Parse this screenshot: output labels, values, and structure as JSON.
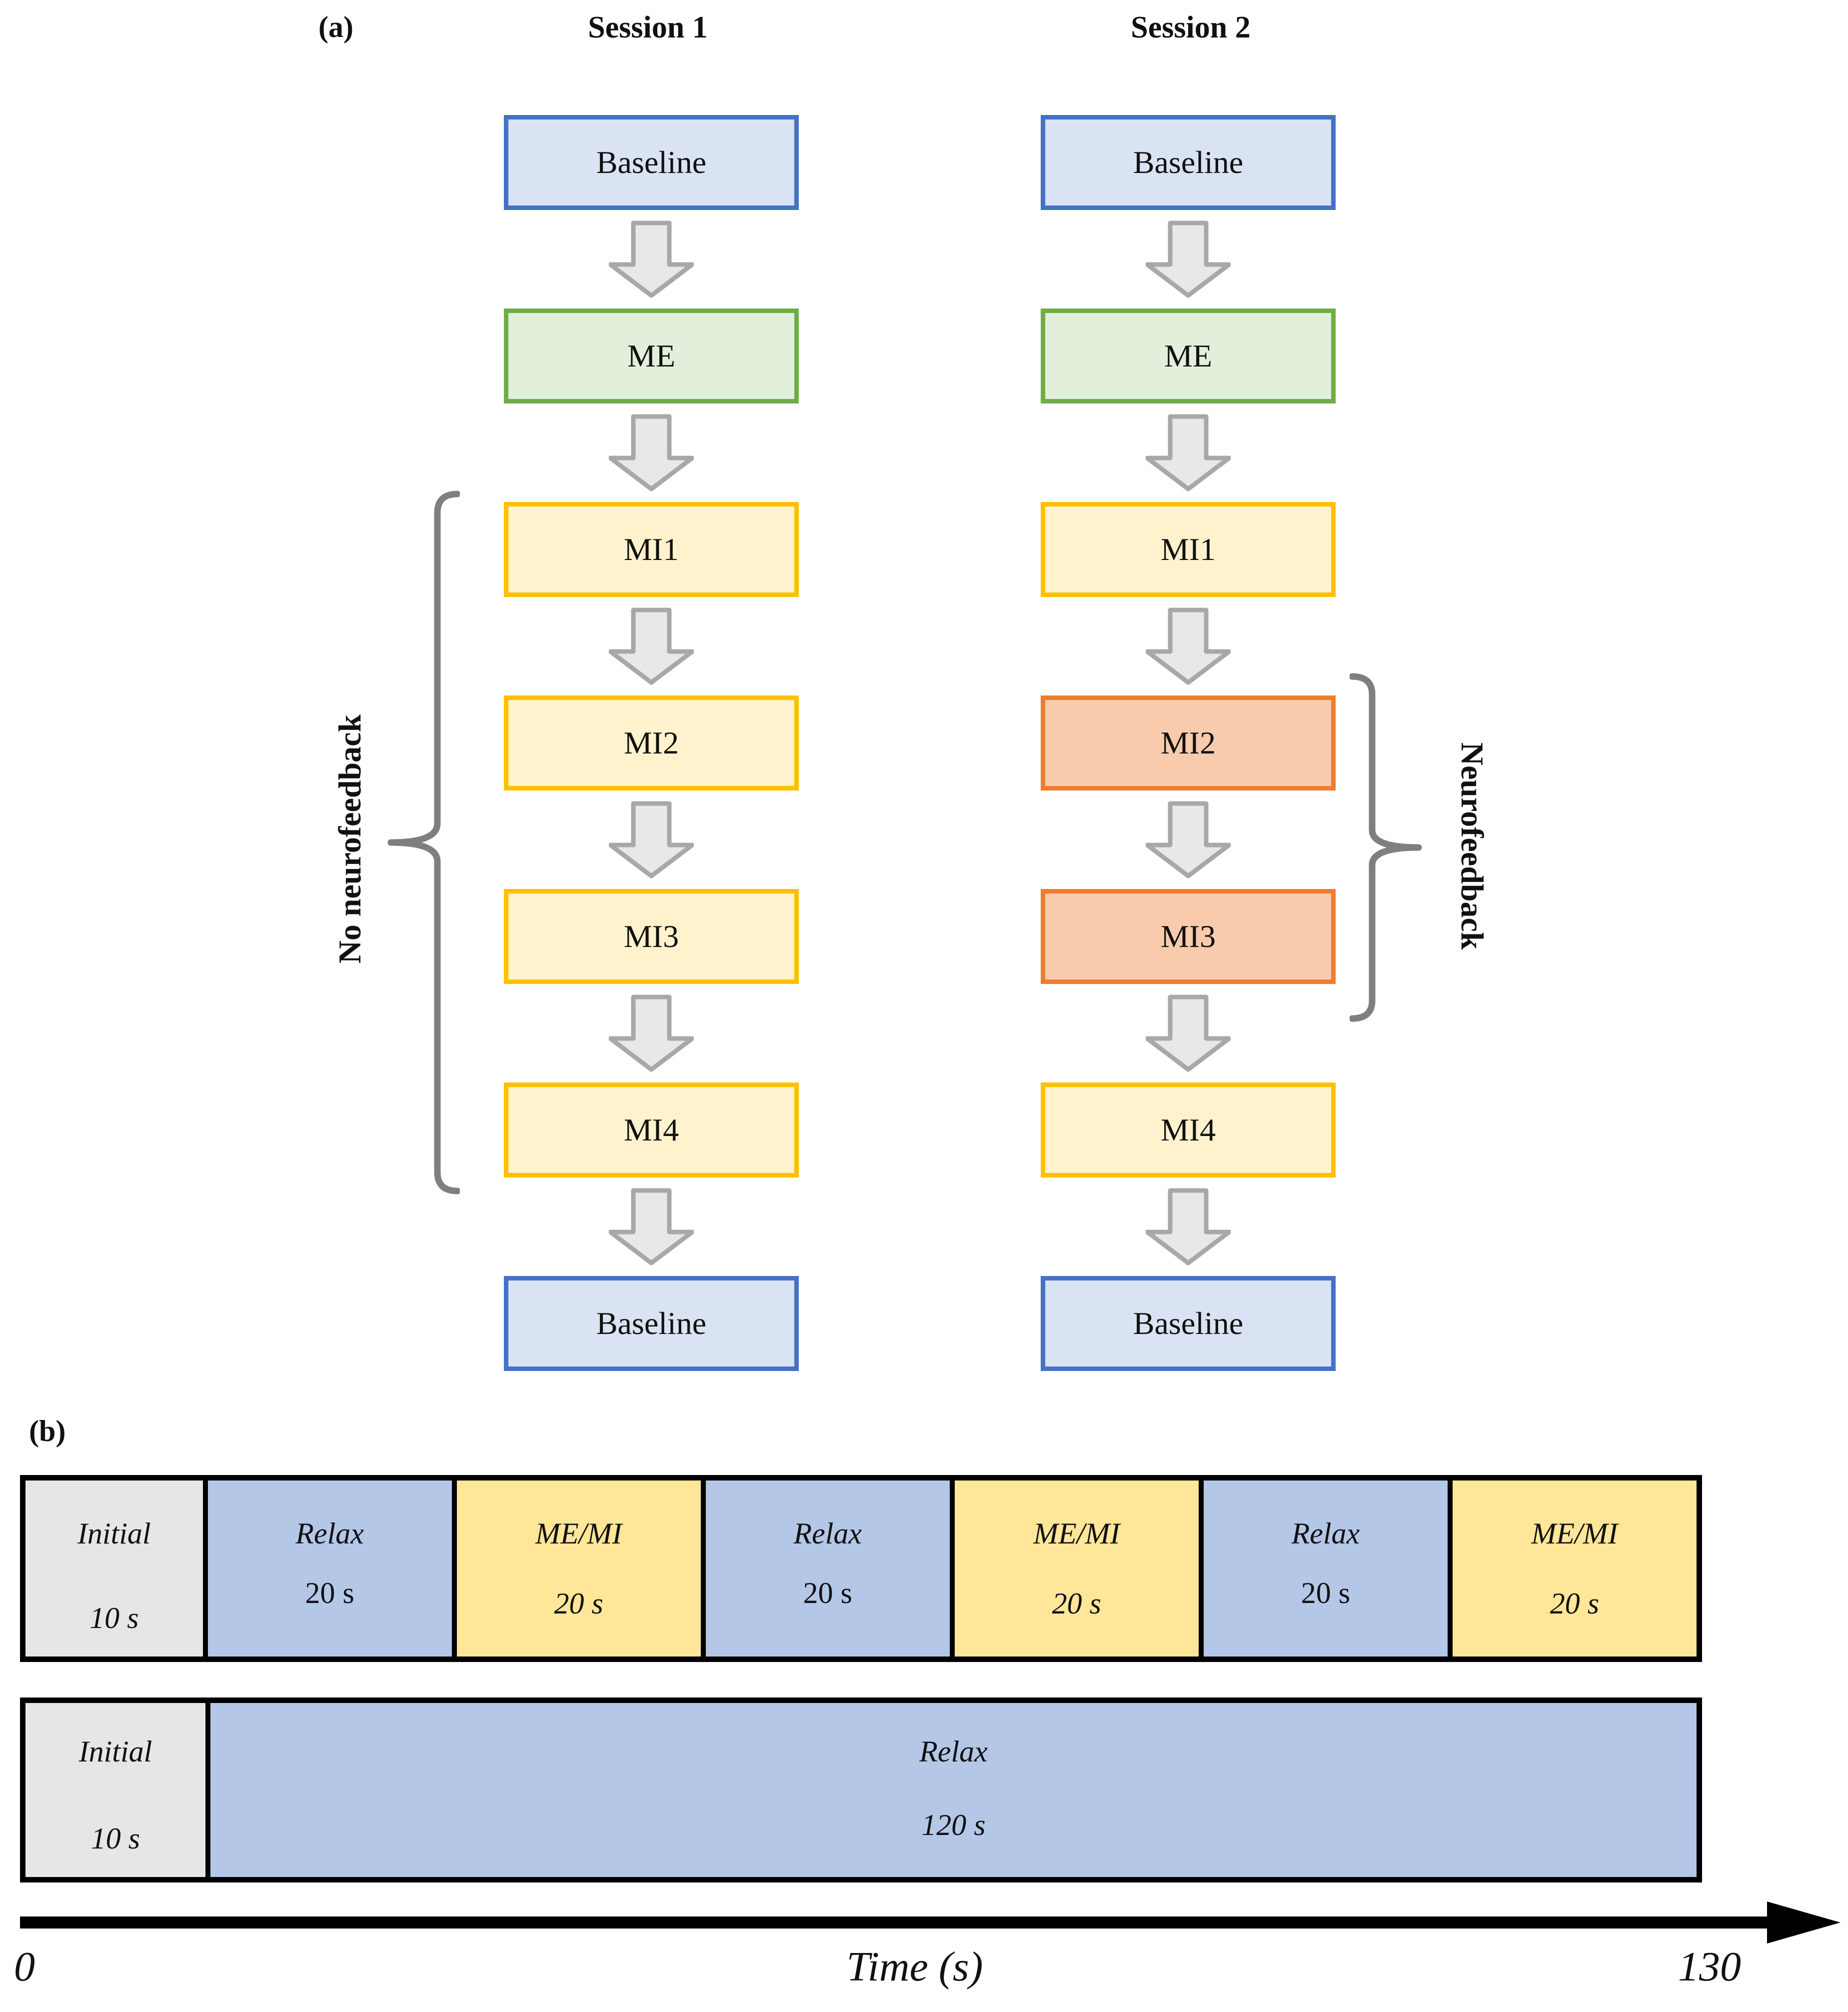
{
  "colors": {
    "baseline-fill": "#dae3f3",
    "baseline-border": "#4472c4",
    "me-fill": "#e2efda",
    "me-border": "#70ad47",
    "mi-fill": "#fff2cc",
    "mi-border": "#ffc000",
    "minf-fill": "#f8cbad",
    "minf-border": "#ed7d31",
    "arrow-fill": "#e9e8e8",
    "arrow-border": "#a8a8a8",
    "brace": "#7f7f7f",
    "initial-fill": "#e7e6e6",
    "relax-fill": "#b4c7e7",
    "memi-fill": "#ffe699",
    "segment-border": "#000000",
    "text": "#111111"
  },
  "panel_a": {
    "label": "(a)",
    "sessions": [
      {
        "title": "Session 1",
        "brace_label": "No neurofeedback",
        "boxes": [
          {
            "label": "Baseline",
            "type": "baseline"
          },
          {
            "label": "ME",
            "type": "me"
          },
          {
            "label": "MI1",
            "type": "mi"
          },
          {
            "label": "MI2",
            "type": "mi"
          },
          {
            "label": "MI3",
            "type": "mi"
          },
          {
            "label": "MI4",
            "type": "mi"
          },
          {
            "label": "Baseline",
            "type": "baseline"
          }
        ]
      },
      {
        "title": "Session 2",
        "brace_label": "Neurofeedback",
        "boxes": [
          {
            "label": "Baseline",
            "type": "baseline"
          },
          {
            "label": "ME",
            "type": "me"
          },
          {
            "label": "MI1",
            "type": "mi"
          },
          {
            "label": "MI2",
            "type": "mi-nf"
          },
          {
            "label": "MI3",
            "type": "mi-nf"
          },
          {
            "label": "MI4",
            "type": "mi"
          },
          {
            "label": "Baseline",
            "type": "baseline"
          }
        ]
      }
    ]
  },
  "panel_b": {
    "label": "(b)",
    "row1": [
      {
        "label": "Initial",
        "duration": "10 s",
        "type": "initial"
      },
      {
        "label": "Relax",
        "duration": "20 s",
        "type": "relax"
      },
      {
        "label": "ME/MI",
        "duration": "20 s",
        "type": "memi"
      },
      {
        "label": "Relax",
        "duration": "20 s",
        "type": "relax"
      },
      {
        "label": "ME/MI",
        "duration": "20 s",
        "type": "memi"
      },
      {
        "label": "Relax",
        "duration": "20 s",
        "type": "relax"
      },
      {
        "label": "ME/MI",
        "duration": "20 s",
        "type": "memi"
      }
    ],
    "row2": [
      {
        "label": "Initial",
        "duration": "10 s",
        "type": "initial"
      },
      {
        "label": "Relax",
        "duration": "120 s",
        "type": "relax"
      }
    ],
    "axis": {
      "start": "0",
      "title": "Time (s)",
      "end": "130"
    }
  }
}
